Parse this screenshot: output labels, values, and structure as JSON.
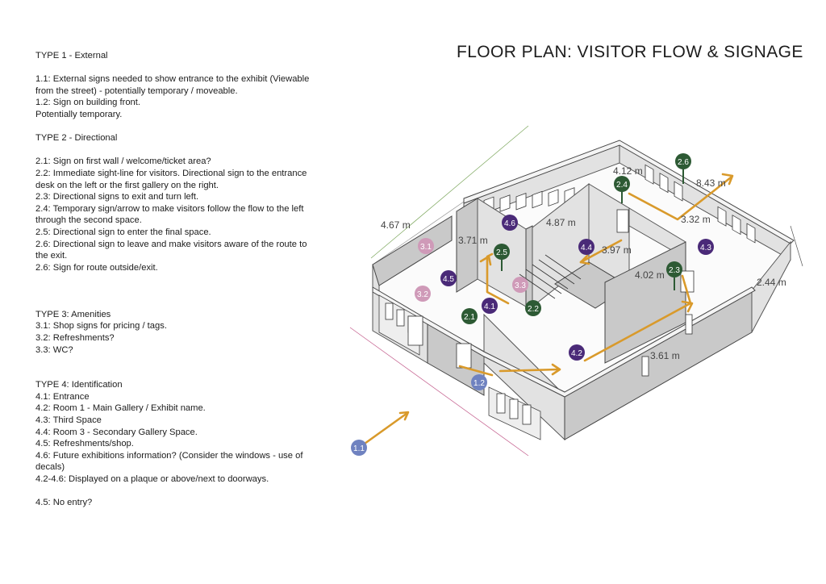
{
  "title": "FLOOR PLAN: VISITOR FLOW & SIGNAGE",
  "notes": {
    "type1": {
      "heading": "TYPE 1 - External",
      "lines": [
        "1.1: External signs needed to show entrance to the exhibit (Viewable from the street) - potentially temporary / moveable.",
        "1.2: Sign on building front.",
        "Potentially temporary."
      ]
    },
    "type2": {
      "heading": "TYPE 2 - Directional",
      "lines": [
        "2.1: Sign on first wall / welcome/ticket area?",
        "2.2: Immediate sight-line for visitors. Directional sign to the entrance desk on the left or the first gallery on the right.",
        "2.3: Directional signs to exit and turn left.",
        "2.4: Temporary sign/arrow to make visitors follow the flow to the left through the second space.",
        "2.5: Directional sign to enter the final space.",
        "2.6: Directional sign to leave and make visitors aware of the route to the exit.",
        "2.6: Sign for route outside/exit."
      ]
    },
    "type3": {
      "heading": "TYPE 3: Amenities",
      "lines": [
        "3.1: Shop signs for pricing / tags.",
        "3.2: Refreshments?",
        "3.3: WC?"
      ]
    },
    "type4": {
      "heading": "TYPE 4: Identification",
      "lines": [
        "4.1: Entrance",
        "4.2: Room 1 - Main Gallery / Exhibit name.",
        "4.3: Third Space",
        "4.4: Room 3 - Secondary Gallery Space.",
        "4.5: Refreshments/shop.",
        "4.6: Future exhibitions information? (Consider the windows - use of decals)",
        "4.2-4.6: Displayed on a plaque or above/next to doorways."
      ],
      "footnote": "4.5: No entry?"
    }
  },
  "colors": {
    "type1": "#6f82c0",
    "type2": "#2d5a34",
    "type3": "#cf9ab8",
    "type4": "#4a2a78",
    "flow": "#d99a2b"
  },
  "dimensions": [
    "4.67 m",
    "3.71 m",
    "4.87 m",
    "4.12 m",
    "8.43 m",
    "3.32 m",
    "3.97 m",
    "4.02 m",
    "2.44 m",
    "3.61 m"
  ],
  "markers": {
    "m11": "1.1",
    "m12": "1.2",
    "m21": "2.1",
    "m22": "2.2",
    "m23": "2.3",
    "m24": "2.4",
    "m25": "2.5",
    "m26": "2.6",
    "m31": "3.1",
    "m32": "3.2",
    "m33": "3.3",
    "m41": "4.1",
    "m42": "4.2",
    "m43": "4.3",
    "m44": "4.4",
    "m45": "4.5",
    "m46": "4.6"
  }
}
